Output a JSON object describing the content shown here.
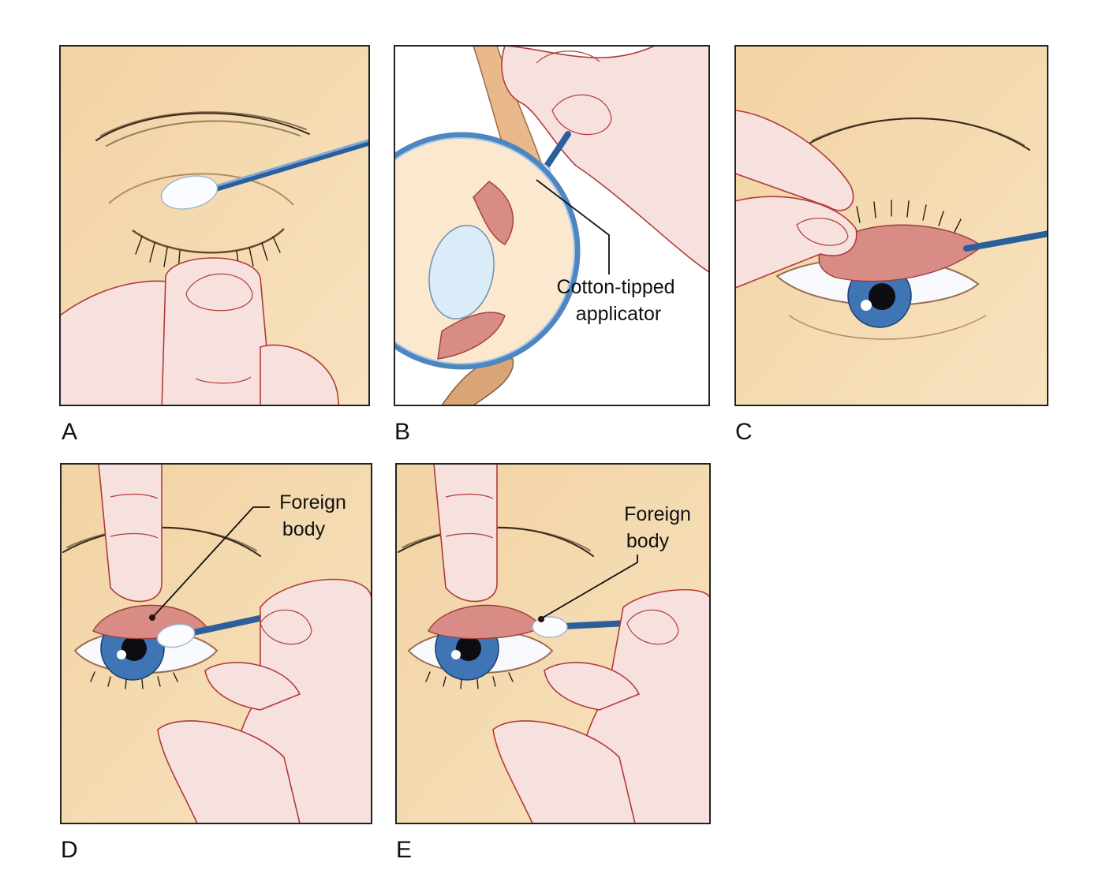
{
  "panels": [
    {
      "label": "A"
    },
    {
      "label": "B",
      "callout": [
        "Cotton-tipped",
        "applicator"
      ]
    },
    {
      "label": "C"
    },
    {
      "label": "D",
      "callout": [
        "Foreign",
        "body"
      ]
    },
    {
      "label": "E",
      "callout": [
        "Foreign",
        "body"
      ]
    }
  ],
  "colors": {
    "skin": "#f4d9ae",
    "glove": "#f7e1de",
    "glove_outline": "#b23a3a",
    "applicator_stick": "#2b5f9c",
    "conjunctiva": "#d98b86",
    "iris": "#3f74b5"
  }
}
